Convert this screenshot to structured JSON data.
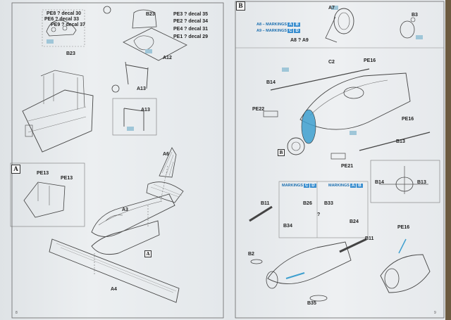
{
  "left_page": {
    "top_callouts": [
      {
        "text": "PE8 ? decal 30"
      },
      {
        "text": "PE6 ? decal 33"
      },
      {
        "text": "PE9 ? decal 37"
      }
    ],
    "right_callouts": [
      {
        "text": "PE3 ? decal 35"
      },
      {
        "text": "PE2 ? decal 34"
      },
      {
        "text": "PE4 ? decal 31"
      },
      {
        "text": "PE1 ? decal 29"
      }
    ],
    "parts": {
      "B23_a": "B23",
      "B23_b": "B23",
      "A12": "A12",
      "A13_a": "A13",
      "A13_b": "A13",
      "A6": "A6",
      "A3": "A3",
      "A4": "A4",
      "PE13_a": "PE13",
      "PE13_b": "PE13",
      "ref_A": "A"
    },
    "section_label": "A",
    "page_number": "8"
  },
  "right_page": {
    "section_label": "B",
    "markings_top": [
      {
        "text": "A8 – MARKINGS",
        "chips": [
          "A",
          "B"
        ]
      },
      {
        "text": "A9 – MARKINGS",
        "chips": [
          "C",
          "D"
        ]
      }
    ],
    "markings_mid_left": {
      "text": "MARKINGS",
      "chips": [
        "C",
        "D"
      ]
    },
    "markings_mid_right": {
      "text": "MARKINGS",
      "chips": [
        "A",
        "B"
      ]
    },
    "parts": {
      "A7": "A7",
      "B3": "B3",
      "A8A9": "A8 ? A9",
      "C2": "C2",
      "PE16_a": "PE16",
      "PE16_b": "PE16",
      "PE16_c": "PE16",
      "B14_a": "B14",
      "B14_b": "B14",
      "PE22": "PE22",
      "PE21": "PE21",
      "B13_a": "B13",
      "B13_b": "B13",
      "ref_B": "B",
      "B11_a": "B11",
      "B11_b": "B11",
      "B26": "B26",
      "B33": "B33",
      "B34": "B34",
      "B24": "B24",
      "B2": "B2",
      "B35": "B35",
      "q": "?"
    },
    "page_number": "9"
  }
}
